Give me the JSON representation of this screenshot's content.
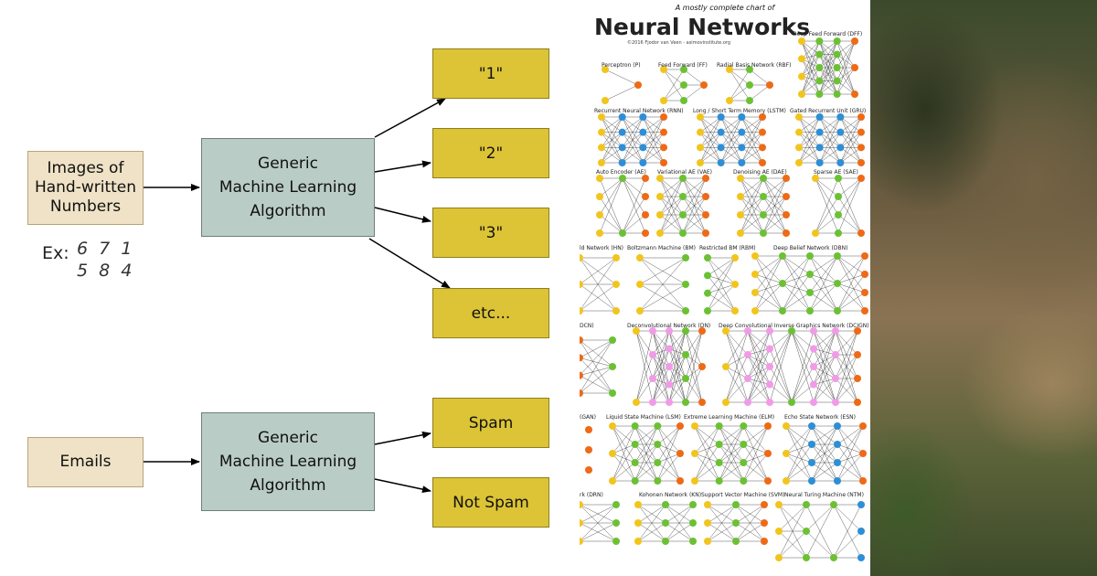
{
  "diagram_top": {
    "input": "Images of\nHand-written\nNumbers",
    "algorithm": "Generic\nMachine Learning\nAlgorithm",
    "outputs": [
      "\"1\"",
      "\"2\"",
      "\"3\"",
      "etc..."
    ],
    "example_prefix": "Ex:",
    "example_row1": "6 7 1",
    "example_row2": "5 8 4"
  },
  "diagram_bottom": {
    "input": "Emails",
    "algorithm": "Generic\nMachine Learning\nAlgorithm",
    "outputs": [
      "Spam",
      "Not Spam"
    ]
  },
  "nn_chart": {
    "subtitle": "A mostly complete chart of",
    "title": "Neural Networks",
    "copyright": "©2016 Fjodor van Veen - asimovinstitute.org",
    "networks": [
      "Deep Feed Forward (DFF)",
      "Perceptron (P)",
      "Feed Forward (FF)",
      "Radial Basis Network (RBF)",
      "Recurrent Neural Network (RNN)",
      "Long / Short Term Memory (LSTM)",
      "Gated Recurrent Unit (GRU)",
      "Auto Encoder (AE)",
      "Variational AE (VAE)",
      "Denoising AE (DAE)",
      "Sparse AE (SAE)",
      "ld Network (HN)",
      "Boltzmann Machine (BM)",
      "Restricted BM (RBM)",
      "Deep Belief Network (DBN)",
      "DCN)",
      "Deconvolutional Network (DN)",
      "Deep Convolutional Inverse Graphics Network (DCIGN)",
      "(GAN)",
      "Liquid State Machine (LSM)",
      "Extreme Learning Machine (ELM)",
      "Echo State Network (ESN)",
      "rk (DRN)",
      "Kohonen Network (KN)",
      "Support Vector Machine (SVM)",
      "Neural Turing Machine (NTM)"
    ]
  },
  "colors": {
    "input_fill": "#efe2c6",
    "algorithm_fill": "#b9ccc6",
    "output_fill": "#dcc436",
    "nn_yellow": "#f2c51d",
    "nn_green": "#6cc133",
    "nn_orange": "#ee6a16",
    "nn_blue": "#2e8ed6",
    "nn_pink": "#f29ae8"
  }
}
